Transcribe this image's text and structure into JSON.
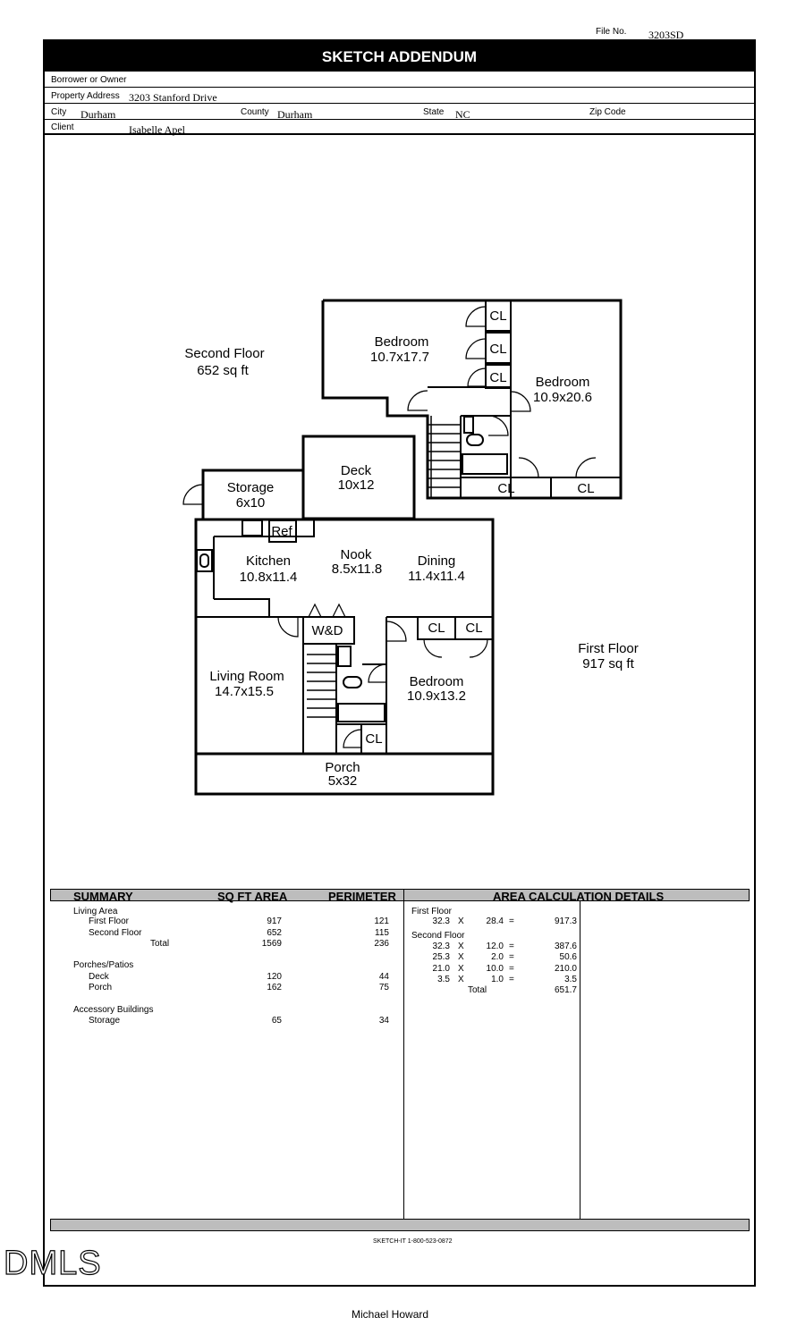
{
  "file_no_label": "File No.",
  "file_no": "3203SD",
  "title": "SKETCH ADDENDUM",
  "fields": {
    "borrower_label": "Borrower or Owner",
    "borrower": "",
    "address_label": "Property Address",
    "address": "3203 Stanford Drive",
    "city_label": "City",
    "city": "Durham",
    "county_label": "County",
    "county": "Durham",
    "state_label": "State",
    "state": "NC",
    "zip_label": "Zip Code",
    "zip": "",
    "client_label": "Client",
    "client": "Isabelle Apel"
  },
  "plan": {
    "second_floor_label": "Second Floor",
    "second_floor_area": "652 sq ft",
    "first_floor_label": "First Floor",
    "first_floor_area": "917 sq ft",
    "rooms": {
      "bedroom_a": "Bedroom",
      "bedroom_a_dim": "10.7x17.7",
      "bedroom_b": "Bedroom",
      "bedroom_b_dim": "10.9x20.6",
      "deck": "Deck",
      "deck_dim": "10x12",
      "storage": "Storage",
      "storage_dim": "6x10",
      "kitchen": "Kitchen",
      "kitchen_dim": "10.8x11.4",
      "nook": "Nook",
      "nook_dim": "8.5x11.8",
      "dining": "Dining",
      "dining_dim": "11.4x11.4",
      "living": "Living Room",
      "living_dim": "14.7x15.5",
      "bedroom_c": "Bedroom",
      "bedroom_c_dim": "10.9x13.2",
      "porch": "Porch",
      "porch_dim": "5x32",
      "ref": "Ref",
      "wd": "W&D",
      "cl": "CL"
    }
  },
  "summary": {
    "headers": {
      "summary": "SUMMARY",
      "area": "SQ FT AREA",
      "perimeter": "PERIMETER",
      "details": "AREA CALCULATION DETAILS"
    },
    "living_area": "Living Area",
    "first_floor": "First Floor",
    "first_floor_area": "917",
    "first_floor_perim": "121",
    "second_floor": "Second Floor",
    "second_floor_area": "652",
    "second_floor_perim": "115",
    "total": "Total",
    "total_area": "1569",
    "total_perim": "236",
    "porches": "Porches/Patios",
    "deck": "Deck",
    "deck_area": "120",
    "deck_perim": "44",
    "porch": "Porch",
    "porch_area": "162",
    "porch_perim": "75",
    "accessory": "Accessory Buildings",
    "storage": "Storage",
    "storage_area": "65",
    "storage_perim": "34"
  },
  "calc": {
    "first_floor": "First Floor",
    "first_rows": [
      [
        "32.3",
        "X",
        "28.4",
        "=",
        "917.3"
      ]
    ],
    "second_floor": "Second Floor",
    "second_rows": [
      [
        "32.3",
        "X",
        "12.0",
        "=",
        "387.6"
      ],
      [
        "25.3",
        "X",
        "2.0",
        "=",
        "50.6"
      ],
      [
        "21.0",
        "X",
        "10.0",
        "=",
        "210.0"
      ],
      [
        "3.5",
        "X",
        "1.0",
        "=",
        "3.5"
      ]
    ],
    "total_label": "Total",
    "total": "651.7"
  },
  "footer": {
    "sketch_it": "SKETCH-IT 1-800-523-0872",
    "logo": "DMLS",
    "agent": "Michael Howard"
  }
}
